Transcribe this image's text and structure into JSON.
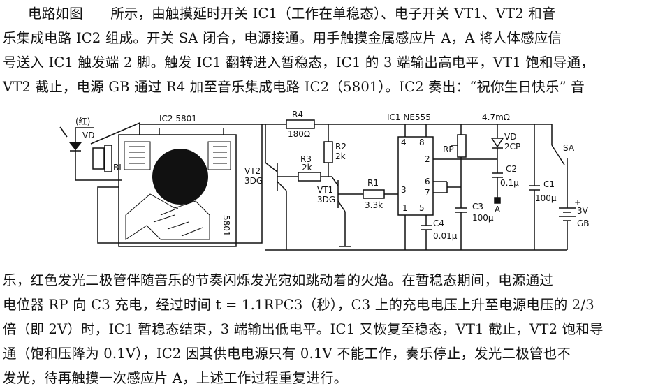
{
  "text_top": [
    "电路如图　　所示，由触摸延时开关 IC1（工作在单稳态）、电子开关 VT1、VT2 和音",
    "乐集成电路 IC2 组成。开关 SA 闭合，电源接通。用手触摸金属感应片 A，A 将人体感应信",
    "号送入 IC1 触发端 2 脚。触发 IC1 翻转进入暂稳态，IC1 的 3 端输出高电平，VT1 饱和导通，",
    "VT2 截止，电源 GB 通过 R4 加至音乐集成电路 IC2（5801）。IC2 奏出：“祝你生日快乐” 音"
  ],
  "text_bottom": [
    "乐，红色发光二极管伴随音乐的节奏闪烁发光宛如跳动着的火焰。在暂稳态期间，电源通过",
    "电位器 RP 向 C3 充电，经过时间 t = 1.1RPC3（秒），C3 上的充电电压上升至电源电压的 2/3",
    "倍（即 2V）时，IC1 暂稳态结束，3 端输出低电平。IC1 又恢复至稳态，VT1 截止，VT2 饱和导",
    "通（饱和压降为 0.1V），IC2 因其供电电源只有 0.1V 不能工作，奏乐停止，发光二极管也不",
    "发光，待再触摸一次感应片 A，上述工作过程重复进行。"
  ],
  "circuit": {
    "led_color": "(红)",
    "led": "VD",
    "buzzer": "BL",
    "ic2": "IC2 5801",
    "ic2_chip": "5801",
    "vt2": "VT2",
    "vt2_type": "3DG",
    "r4": "R4",
    "r4_val": "180Ω",
    "r3": "R3",
    "r3_val": "2k",
    "r2": "R2",
    "r2_val": "2k",
    "vt1": "VT1",
    "vt1_type": "3DG",
    "r1": "R1",
    "r1_val": "3.3k",
    "ic1": "IC1 NE555",
    "pin4": "4",
    "pin8": "8",
    "pin2": "2",
    "pin6": "6",
    "pin7": "7",
    "pin3": "3",
    "pin1": "1",
    "pin5": "5",
    "rp": "RP",
    "rp_val": "4.7mΩ",
    "vd": "VD",
    "vd_type": "2CP",
    "c2": "C2",
    "c2_val": "0.1μ",
    "a": "A",
    "c3": "C3",
    "c3_val": "100μ",
    "c4": "C4",
    "c4_val": "0.01μ",
    "c1": "C1",
    "c1_val": "100μ",
    "sa": "SA",
    "plus": "+",
    "gb_v": "3V",
    "gb": "GB"
  }
}
